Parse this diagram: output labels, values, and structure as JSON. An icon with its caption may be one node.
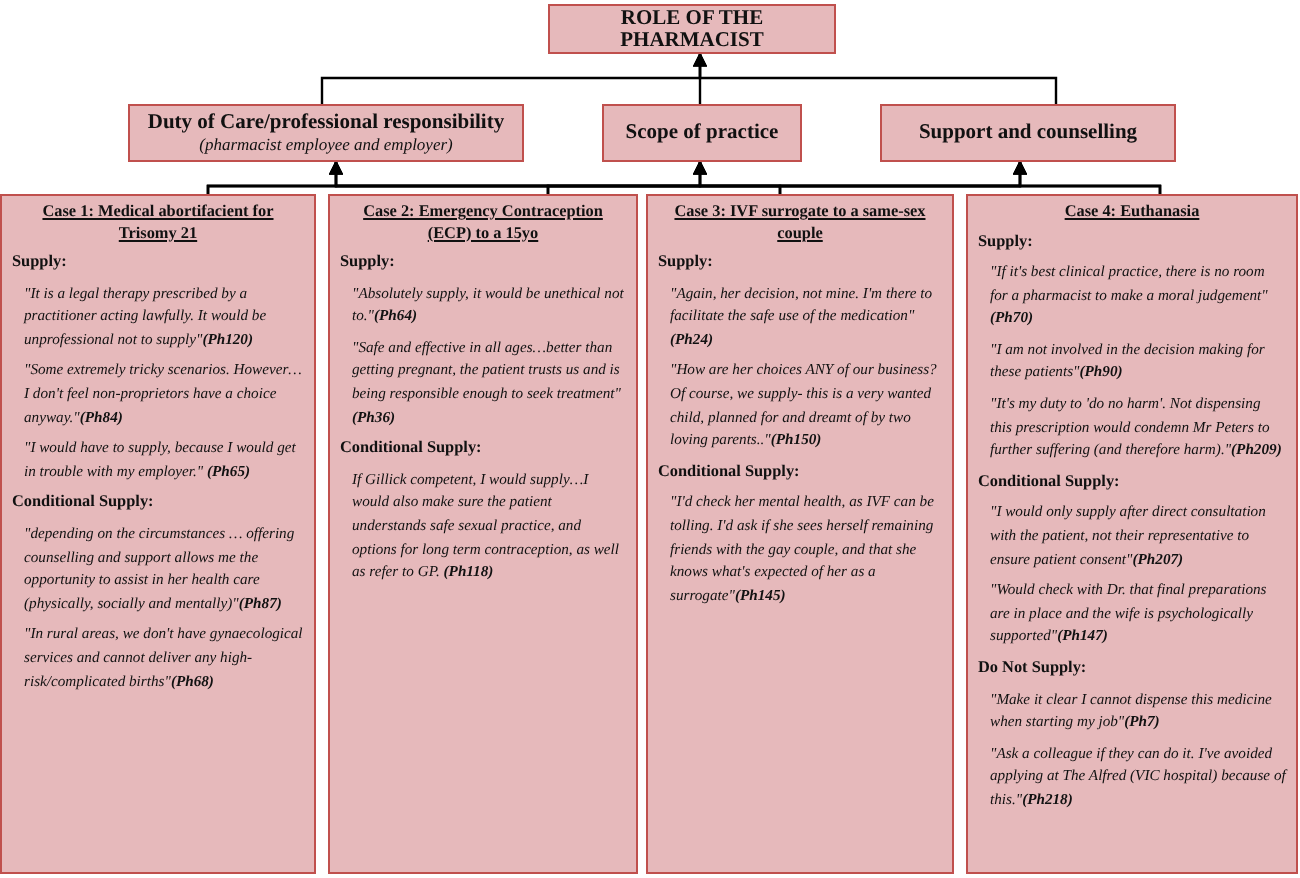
{
  "diagram": {
    "nodes": [
      {
        "text": [
          "ROLE OF THE PHARMACIST"
        ]
      },
      {
        "text": [
          "Duty of Care/professional responsibility",
          "(pharmacist employee and employer)"
        ]
      },
      {
        "text": [
          "Scope of practice"
        ]
      },
      {
        "text": [
          "Support and counselling"
        ]
      },
      {
        "text": [
          "Case 1: Medical abortifacient for Trisomy 21",
          "**Supply:**",
          "\"It is a legal therapy prescribed by a practitioner acting lawfully. It would be unprofessional not to supply\"**(Ph120)**",
          "\"Some extremely tricky scenarios. However… I don't feel non-proprietors have a choice anyway.\"**(Ph84)**",
          "\"I would have to supply, because I would get in trouble with my employer.\" **(Ph65)**",
          "**Conditional Supply:**",
          "\"depending on the circumstances … offering counselling and support allows me the opportunity to assist in her health care (physically, socially and mentally)\"**(Ph87)**",
          "\"In rural areas, we don't have gynaecological services and cannot deliver any high-risk/complicated births\"**(Ph68)**"
        ]
      },
      {
        "text": [
          "Case 2: Emergency Contraception (ECP) to a 15yo",
          "**Supply:**",
          "\"Absolutely supply, it would be unethical not to.\"**(Ph64)**",
          "\"Safe and effective in all ages…better than getting pregnant, the patient trusts us and is being responsible enough to seek treatment\" **(Ph36)**",
          "**Conditional Supply:**",
          "If Gillick competent, I would supply…I would also make sure the patient understands safe sexual practice, and options for long term contraception, as well as refer to GP. **(Ph118)**"
        ]
      },
      {
        "text": [
          "Case 3: IVF surrogate to a same-sex couple",
          "**Supply:**",
          "\"Again, her decision, not mine. I'm there to facilitate the safe use of the medication\"**(Ph24)**",
          "\"How are her choices ANY of our business? Of course, we supply- this is a very wanted child, planned for and dreamt of by two loving parents..\"**(Ph150)**",
          "**Conditional Supply:**",
          "\"I'd check her mental health, as IVF can be tolling. I'd ask if she sees herself remaining friends with the gay couple, and that she knows what's expected of her as a surrogate\"**(Ph145)**"
        ]
      },
      {
        "text": [
          "Case 4: Euthanasia",
          "**Supply:**",
          "\"If it's best clinical practice, there is no room for a pharmacist to make a moral judgement\"**(Ph70)**",
          "\"I am not involved in the decision making for these patients\"**(Ph90)**",
          "\"It's my duty to 'do no harm'. Not dispensing this prescription would condemn Mr Peters to further suffering (and therefore harm).\"**(Ph209)**",
          "**Conditional Supply:**",
          "\"I would only supply after direct consultation with the patient, not their representative to ensure patient consent\"**(Ph207)**",
          "\"Would check with Dr. that final preparations are in place and the wife is psychologically supported\"**(Ph147)**",
          "**Do Not Supply:**",
          "\"Make it clear I cannot dispense this medicine when starting my job\"**(Ph7)**",
          "\"Ask a colleague if they can do it. I've avoided applying at The Alfred (VIC hospital) because of this.\"**(Ph218)**"
        ]
      }
    ],
    "edges": [
      {
        "from": 1,
        "to": 0,
        "arrow": "to"
      },
      {
        "from": 2,
        "to": 0,
        "arrow": "to"
      },
      {
        "from": 3,
        "to": 0,
        "arrow": "to"
      },
      {
        "from": 4,
        "to": 1,
        "arrow": "to"
      },
      {
        "from": 4,
        "to": 2,
        "arrow": "to"
      },
      {
        "from": 4,
        "to": 3,
        "arrow": "to"
      },
      {
        "from": 5,
        "to": 1,
        "arrow": "to"
      },
      {
        "from": 5,
        "to": 2,
        "arrow": "to"
      },
      {
        "from": 5,
        "to": 3,
        "arrow": "to"
      },
      {
        "from": 6,
        "to": 1,
        "arrow": "to"
      },
      {
        "from": 6,
        "to": 2,
        "arrow": "to"
      },
      {
        "from": 6,
        "to": 3,
        "arrow": "to"
      },
      {
        "from": 7,
        "to": 1,
        "arrow": "to"
      },
      {
        "from": 7,
        "to": 2,
        "arrow": "to"
      },
      {
        "from": 7,
        "to": 3,
        "arrow": "to"
      }
    ]
  }
}
